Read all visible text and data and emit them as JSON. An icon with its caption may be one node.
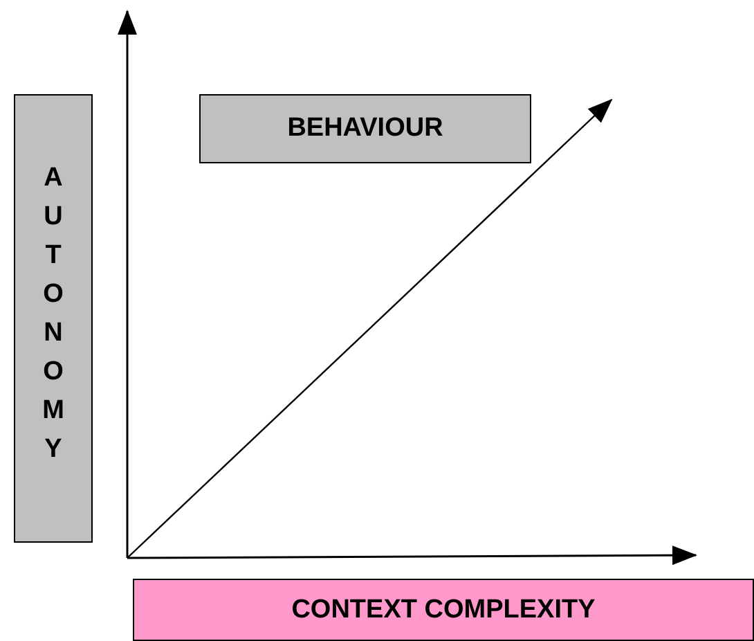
{
  "diagram": {
    "nodes": [
      {
        "text": [
          "AUTONOMY"
        ]
      },
      {
        "text": [
          "BEHAVIOUR"
        ]
      },
      {
        "text": [
          "CONTEXT COMPLEXITY"
        ]
      }
    ]
  }
}
